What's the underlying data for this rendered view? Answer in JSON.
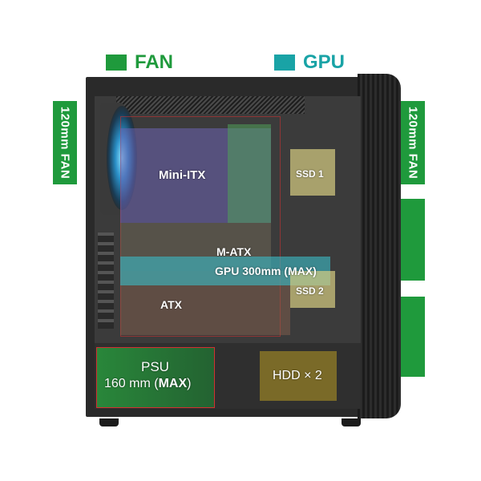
{
  "legend": {
    "fan": {
      "label": "FAN",
      "color": "#1f9a3c"
    },
    "gpu": {
      "label": "GPU",
      "color": "#19a3a6"
    }
  },
  "side_fans": {
    "left": "120mm FAN",
    "right": "120mm FAN"
  },
  "zones": {
    "mini_itx": "Mini-ITX",
    "m_atx": "M-ATX",
    "atx": "ATX",
    "gpu": "GPU  300mm (MAX)",
    "ssd1": "SSD 1",
    "ssd2": "SSD 2",
    "psu_line1": "PSU",
    "psu_line2_a": "160 mm (",
    "psu_line2_b": "MAX",
    "psu_line2_c": ")",
    "hdd": "HDD × 2"
  },
  "icons": [
    "fan-icon"
  ]
}
